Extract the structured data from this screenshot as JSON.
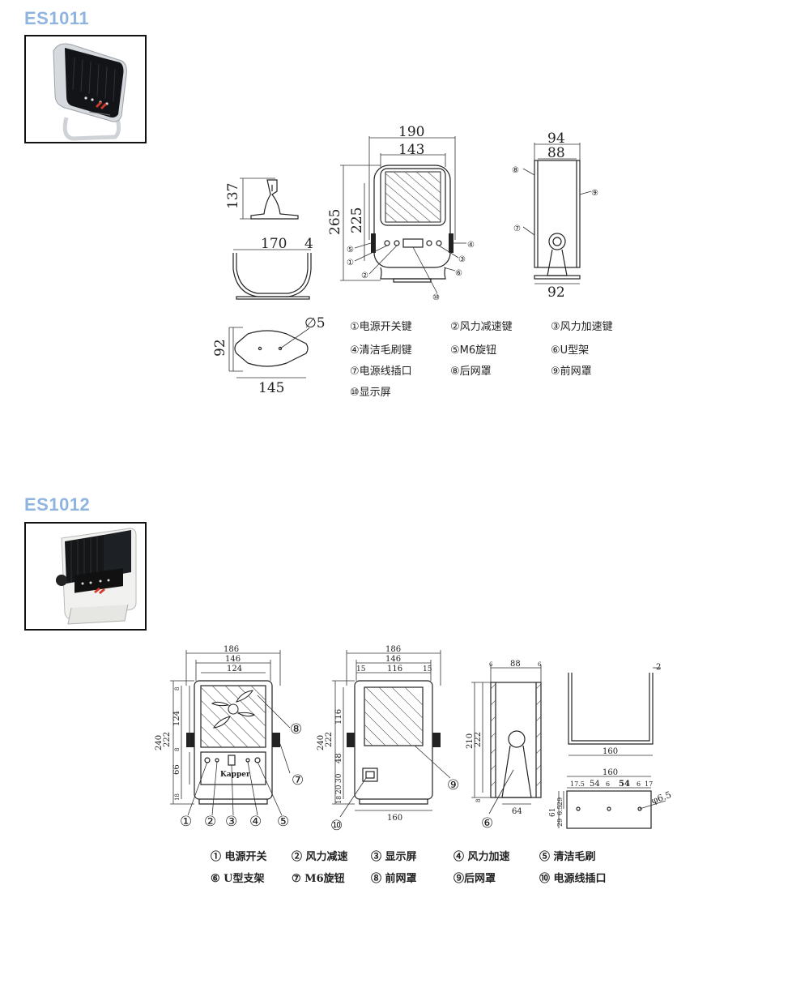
{
  "models": [
    {
      "name": "ES1011",
      "dimensions": {
        "front_width_outer": "190",
        "front_width_inner": "143",
        "front_height_total": "265",
        "front_height_body": "225",
        "side_depth_outer": "94",
        "side_depth_inner": "88",
        "side_base": "92",
        "stand_height": "137",
        "bracket_width": "170",
        "bracket_thickness": "4",
        "base_depth": "92",
        "base_width": "145",
        "hole_dia": "∅5"
      },
      "callouts": [
        "①",
        "②",
        "③",
        "④",
        "⑤",
        "⑥",
        "⑦",
        "⑧",
        "⑨",
        "⑩"
      ],
      "legend": [
        "①电源开关键",
        "②风力减速键",
        "③风力加速键",
        "④清洁毛刷键",
        "⑤M6旋钮",
        "⑥U型架",
        "⑦电源线插口",
        "⑧后网罩",
        "⑨前网罩",
        "⑩显示屏"
      ]
    },
    {
      "name": "ES1012",
      "dimensions": {
        "front_w1": "186",
        "front_w2": "146",
        "front_w3": "124",
        "front_h_total": "240",
        "front_h_body": "222",
        "front_h_grille": "124",
        "front_h_panel": "66",
        "front_h_8a": "8",
        "front_h_8b": "8",
        "front_h_18": "18",
        "back_w1": "186",
        "back_w2": "146",
        "back_w3": "116",
        "back_w_side_l": "15",
        "back_w_side_r": "15",
        "back_h_total": "240",
        "back_h_body": "222",
        "back_h_grille": "116",
        "back_h_48": "48",
        "back_h_30": "30",
        "back_h_20": "20",
        "back_h_18": "18",
        "back_base": "160",
        "side_w": "88",
        "side_6a": "6",
        "side_6b": "6",
        "side_h1": "210",
        "side_h2": "222",
        "side_h3": "8",
        "side_base": "64",
        "bracket_t": "2",
        "bracket_w": "160",
        "plate_w": "160",
        "plate_a": "17.5",
        "plate_b": "54",
        "plate_c": "6",
        "plate_d": "54",
        "plate_e": "6",
        "plate_f": "17",
        "plate_h": "61",
        "plate_29a": "29",
        "plate_6_5": "6.5",
        "plate_29b": "29",
        "plate_hole": "φ6.5",
        "logo": "Kapper"
      },
      "legend": [
        "① 电源开关",
        "② 风力减速",
        "③ 显示屏",
        "④ 风力加速",
        "⑤ 清洁毛刷",
        "⑥ U型支架",
        "⑦ M6旋钮",
        "⑧ 前网罩",
        "⑨后网罩",
        "⑩ 电源线插口"
      ]
    }
  ],
  "colors": {
    "model_label": "#8fb4e0",
    "line": "#222222",
    "photo_border": "#111111"
  }
}
